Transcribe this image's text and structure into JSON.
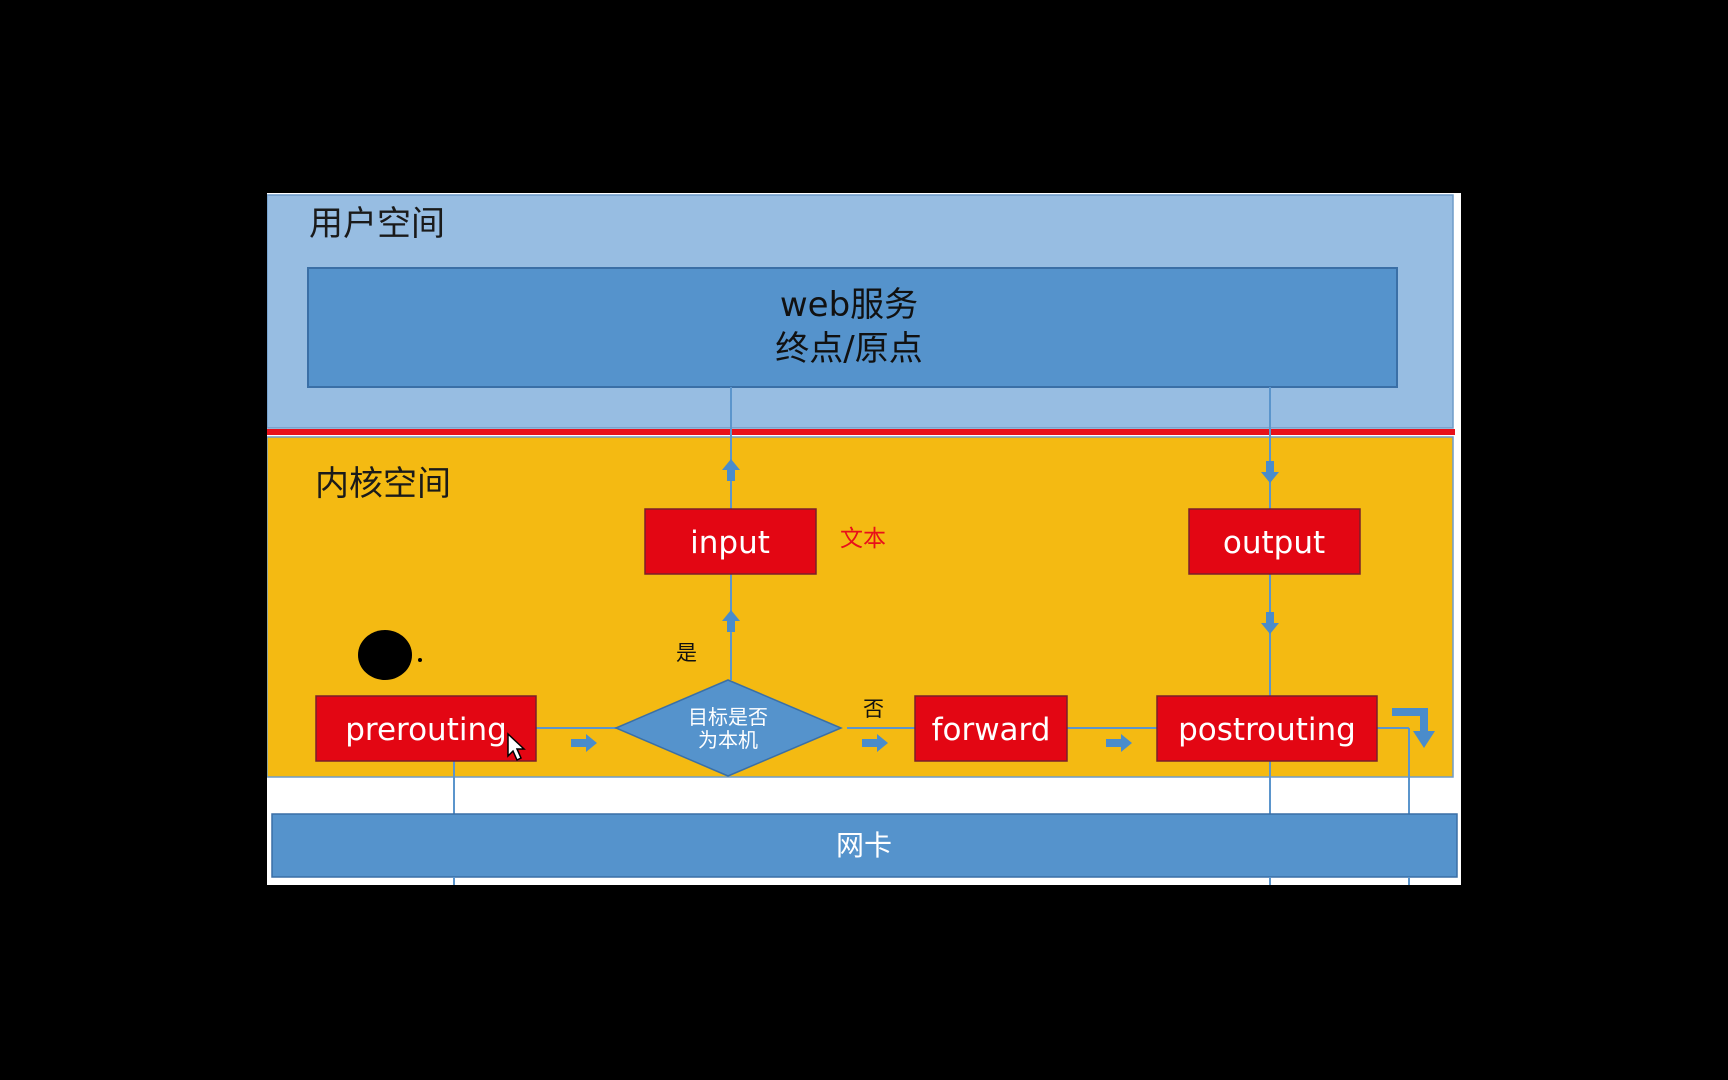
{
  "diagram": {
    "user_space": {
      "title": "用户空间",
      "color": "#97bde2"
    },
    "web_service": {
      "line1": "web服务",
      "line2": "终点/原点",
      "color": "#5593cc"
    },
    "kernel_space": {
      "title": "内核空间",
      "color": "#f4ba12"
    },
    "boundary_color": "#e8101a",
    "nodes": {
      "input": "input",
      "output": "output",
      "prerouting": "prerouting",
      "forward": "forward",
      "postrouting": "postrouting"
    },
    "node_color": "#e30613",
    "annotation": "文本",
    "decision": {
      "line1": "目标是否",
      "line2": "为本机",
      "color": "#5593cc"
    },
    "yes_label": "是",
    "no_label": "否",
    "nic": {
      "label": "网卡",
      "color": "#5593cc"
    },
    "arrow_color": "#4a8ccb"
  }
}
